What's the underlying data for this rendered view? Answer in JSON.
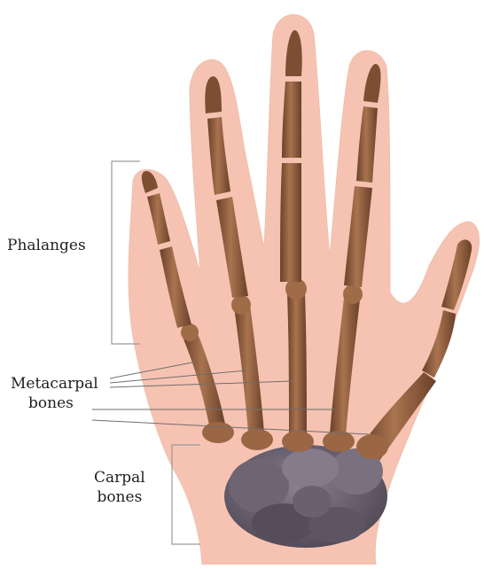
{
  "labels": {
    "phalanges": "Phalanges",
    "metacarpal_line1": "Metacarpal",
    "metacarpal_line2": "bones",
    "carpal_line1": "Carpal",
    "carpal_line2": "bones"
  },
  "colors": {
    "skin": "#f6c3b2",
    "skin_edge": "#eaa894",
    "bone": "#8c5a3c",
    "bone_light": "#b9835f",
    "bone_dark": "#5e3a26",
    "carpal": "#6e6470",
    "carpal_dark": "#4d4552",
    "leader": "#6e6e6e",
    "bracket": "#9a9a9a"
  }
}
